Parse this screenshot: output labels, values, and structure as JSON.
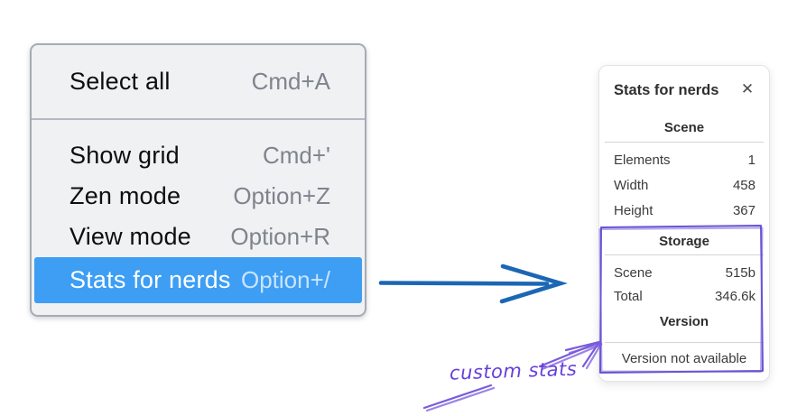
{
  "context_menu": {
    "items": [
      {
        "label": "Select all",
        "shortcut": "Cmd+A"
      },
      {
        "label": "Show grid",
        "shortcut": "Cmd+'"
      },
      {
        "label": "Zen mode",
        "shortcut": "Option+Z"
      },
      {
        "label": "View mode",
        "shortcut": "Option+R"
      },
      {
        "label": "Stats for nerds",
        "shortcut": "Option+/"
      }
    ],
    "highlighted_item": "Stats for nerds"
  },
  "stats_panel": {
    "title": "Stats for nerds",
    "close_label": "✕",
    "scene_section": {
      "heading": "Scene",
      "rows": [
        {
          "label": "Elements",
          "value": "1"
        },
        {
          "label": "Width",
          "value": "458"
        },
        {
          "label": "Height",
          "value": "367"
        }
      ]
    },
    "storage_section": {
      "heading": "Storage",
      "rows": [
        {
          "label": "Scene",
          "value": "515b"
        },
        {
          "label": "Total",
          "value": "346.6k"
        }
      ]
    },
    "version_section": {
      "heading": "Version",
      "note": "Version not available"
    }
  },
  "annotation": {
    "label": "custom stats"
  },
  "colors": {
    "menu_highlight": "#3d9ef4",
    "arrow_blue": "#1b67b4",
    "sketch_purple": "#6a53d6",
    "annotation_purple": "#6741d9"
  }
}
